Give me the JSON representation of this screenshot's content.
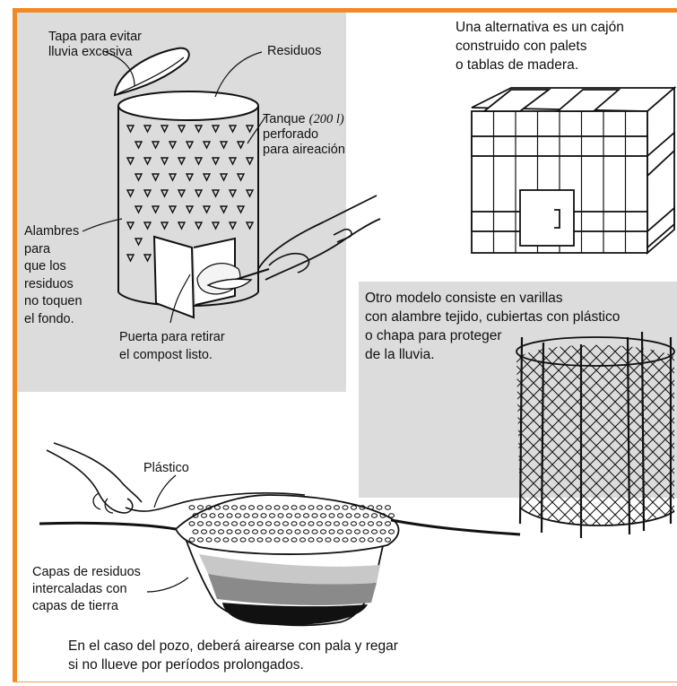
{
  "tank_labels": {
    "lid": "Tapa para evitar\nlluvia excesiva",
    "waste": "Residuos",
    "tank_prefix": "Tanque ",
    "tank_capacity": "(200 l)",
    "tank_suffix": "\nperforado\npara aireación",
    "wires": "Alambres\npara\nque los\nresiduos\nno toquen\nel fondo.",
    "door": "Puerta para retirar\nel compost listo."
  },
  "crate_note": "Una alternativa es un cajón\nconstruido con palets\no tablas de madera.",
  "mesh_note": "Otro modelo consiste en varillas\ncon alambre tejido, cubiertas con plástico\no chapa para proteger\nde la lluvia.",
  "pit_labels": {
    "plastic": "Plástico",
    "layers": "Capas de residuos\nintercaladas con\ncapas de tierra"
  },
  "footer_note": "En el caso del pozo, deberá airearse con pala y regar\nsi no llueve por períodos prolongados.",
  "colors": {
    "frame": "#f08a24",
    "panel": "#dcdcdc"
  }
}
